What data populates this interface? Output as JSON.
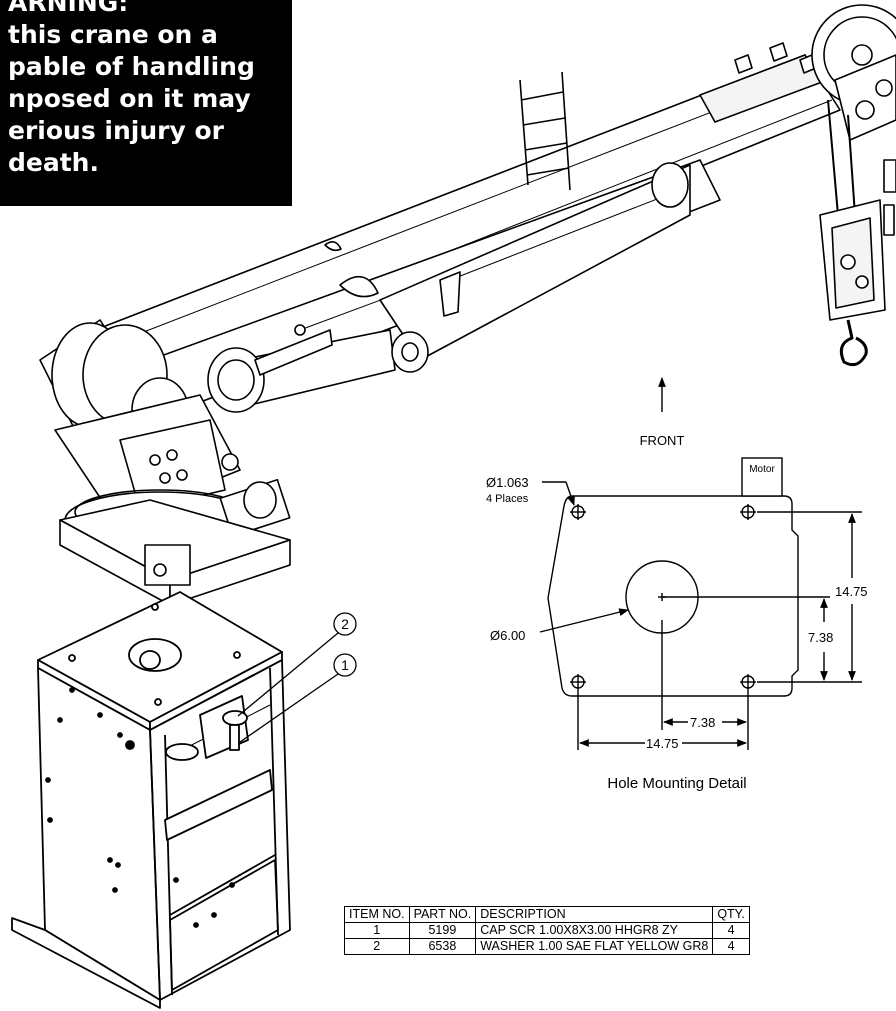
{
  "warning": {
    "lines": [
      "ARNING:",
      "this crane on a",
      "pable of handling",
      "nposed on it may",
      "erious injury or",
      "death."
    ]
  },
  "balloons": [
    "2",
    "1"
  ],
  "detail": {
    "front_label": "FRONT",
    "motor_label": "Motor",
    "hole_callout": "Ø1.063",
    "hole_places": "4 Places",
    "center_callout": "Ø6.00",
    "dim_height": "14.75",
    "dim_half_height": "7.38",
    "dim_half_width": "7.38",
    "dim_width": "14.75",
    "caption": "Hole Mounting Detail"
  },
  "bom": {
    "headers": [
      "ITEM NO.",
      "PART NO.",
      "DESCRIPTION",
      "QTY."
    ],
    "rows": [
      [
        "1",
        "5199",
        "CAP SCR 1.00X8X3.00  HHGR8 ZY",
        "4"
      ],
      [
        "2",
        "6538",
        "WASHER 1.00 SAE FLAT YELLOW GR8",
        "4"
      ]
    ]
  },
  "colors": {
    "warning_bg": "#000000",
    "warning_text": "#ffffff",
    "line": "#000000"
  }
}
